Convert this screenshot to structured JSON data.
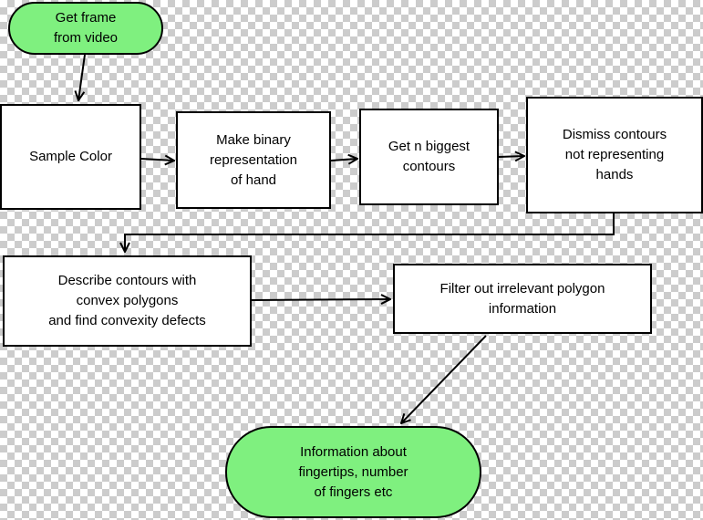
{
  "diagram": {
    "nodes": [
      {
        "id": "start",
        "label": "Get frame\nfrom video",
        "shape": "terminal"
      },
      {
        "id": "sample",
        "label": "Sample Color",
        "shape": "process"
      },
      {
        "id": "binary",
        "label": "Make binary\nrepresentation\nof hand",
        "shape": "process"
      },
      {
        "id": "biggest",
        "label": "Get n biggest\ncontours",
        "shape": "process"
      },
      {
        "id": "dismiss",
        "label": "Dismiss contours\nnot representing\nhands",
        "shape": "process"
      },
      {
        "id": "describe",
        "label": "Describe contours with\nconvex polygons\nand find convexity defects",
        "shape": "process"
      },
      {
        "id": "filter",
        "label": "Filter out irrelevant polygon\ninformation",
        "shape": "process"
      },
      {
        "id": "end",
        "label": "Information about\nfingertips, number\nof fingers etc",
        "shape": "terminal"
      }
    ],
    "edges": [
      {
        "from": "start",
        "to": "sample"
      },
      {
        "from": "sample",
        "to": "binary"
      },
      {
        "from": "binary",
        "to": "biggest"
      },
      {
        "from": "biggest",
        "to": "dismiss"
      },
      {
        "from": "dismiss",
        "to": "describe"
      },
      {
        "from": "describe",
        "to": "filter"
      },
      {
        "from": "filter",
        "to": "end"
      }
    ],
    "colors": {
      "terminal_fill": "#7ff07f",
      "process_fill": "#ffffff",
      "stroke": "#000000"
    }
  }
}
